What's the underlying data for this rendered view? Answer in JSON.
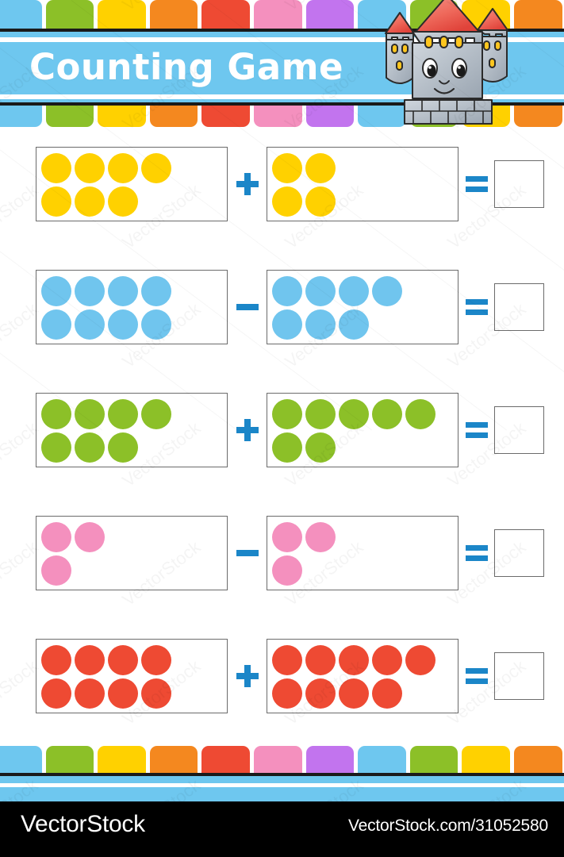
{
  "header": {
    "title": "Counting Game",
    "mascot": "castle-character",
    "banner_color": "#6ec7ef",
    "title_color": "#ffffff",
    "tile_colors": [
      "#6ec7ef",
      "#8cc028",
      "#ffd100",
      "#f4881f",
      "#ee4a33",
      "#f490be",
      "#c274ee",
      "#6ec7ef",
      "#8cc028",
      "#ffd100",
      "#f4881f",
      "#ee4a33"
    ]
  },
  "theme": {
    "operator_color": "#1b86c8",
    "box_border_color": "#6b6b6b",
    "page_background": "#ffffff",
    "strip_line_color": "#1a1a1a"
  },
  "worksheet": {
    "rows": [
      {
        "id": "row-1",
        "color": "#ffd100",
        "color_name": "yellow",
        "operator": "plus",
        "operator_symbol": "+",
        "equals_symbol": "=",
        "left": {
          "count": 7,
          "top_row": 4,
          "bottom_row": 3
        },
        "right": {
          "count": 4,
          "top_row": 2,
          "bottom_row": 2
        },
        "answer": ""
      },
      {
        "id": "row-2",
        "color": "#70c5ee",
        "color_name": "blue",
        "operator": "minus",
        "operator_symbol": "−",
        "equals_symbol": "=",
        "left": {
          "count": 8,
          "top_row": 4,
          "bottom_row": 4
        },
        "right": {
          "count": 7,
          "top_row": 4,
          "bottom_row": 3
        },
        "answer": ""
      },
      {
        "id": "row-3",
        "color": "#8cc028",
        "color_name": "green",
        "operator": "plus",
        "operator_symbol": "+",
        "equals_symbol": "=",
        "left": {
          "count": 7,
          "top_row": 4,
          "bottom_row": 3
        },
        "right": {
          "count": 7,
          "top_row": 5,
          "bottom_row": 2
        },
        "answer": ""
      },
      {
        "id": "row-4",
        "color": "#f490be",
        "color_name": "pink",
        "operator": "minus",
        "operator_symbol": "−",
        "equals_symbol": "=",
        "left": {
          "count": 3,
          "top_row": 2,
          "bottom_row": 1
        },
        "right": {
          "count": 3,
          "top_row": 2,
          "bottom_row": 1
        },
        "answer": ""
      },
      {
        "id": "row-5",
        "color": "#ee4a33",
        "color_name": "red",
        "operator": "plus",
        "operator_symbol": "+",
        "equals_symbol": "=",
        "left": {
          "count": 8,
          "top_row": 4,
          "bottom_row": 4
        },
        "right": {
          "count": 9,
          "top_row": 5,
          "bottom_row": 4
        },
        "answer": ""
      }
    ]
  },
  "footer": {
    "tile_colors": [
      "#6ec7ef",
      "#8cc028",
      "#ffd100",
      "#f4881f",
      "#ee4a33",
      "#f490be",
      "#c274ee",
      "#6ec7ef",
      "#8cc028",
      "#ffd100",
      "#f4881f",
      "#ee4a33"
    ],
    "strip_color": "#6ec7ef"
  },
  "watermark": {
    "logo": "VectorStock",
    "url": "VectorStock.com/31052580",
    "tiled_text": "VectorStock"
  }
}
